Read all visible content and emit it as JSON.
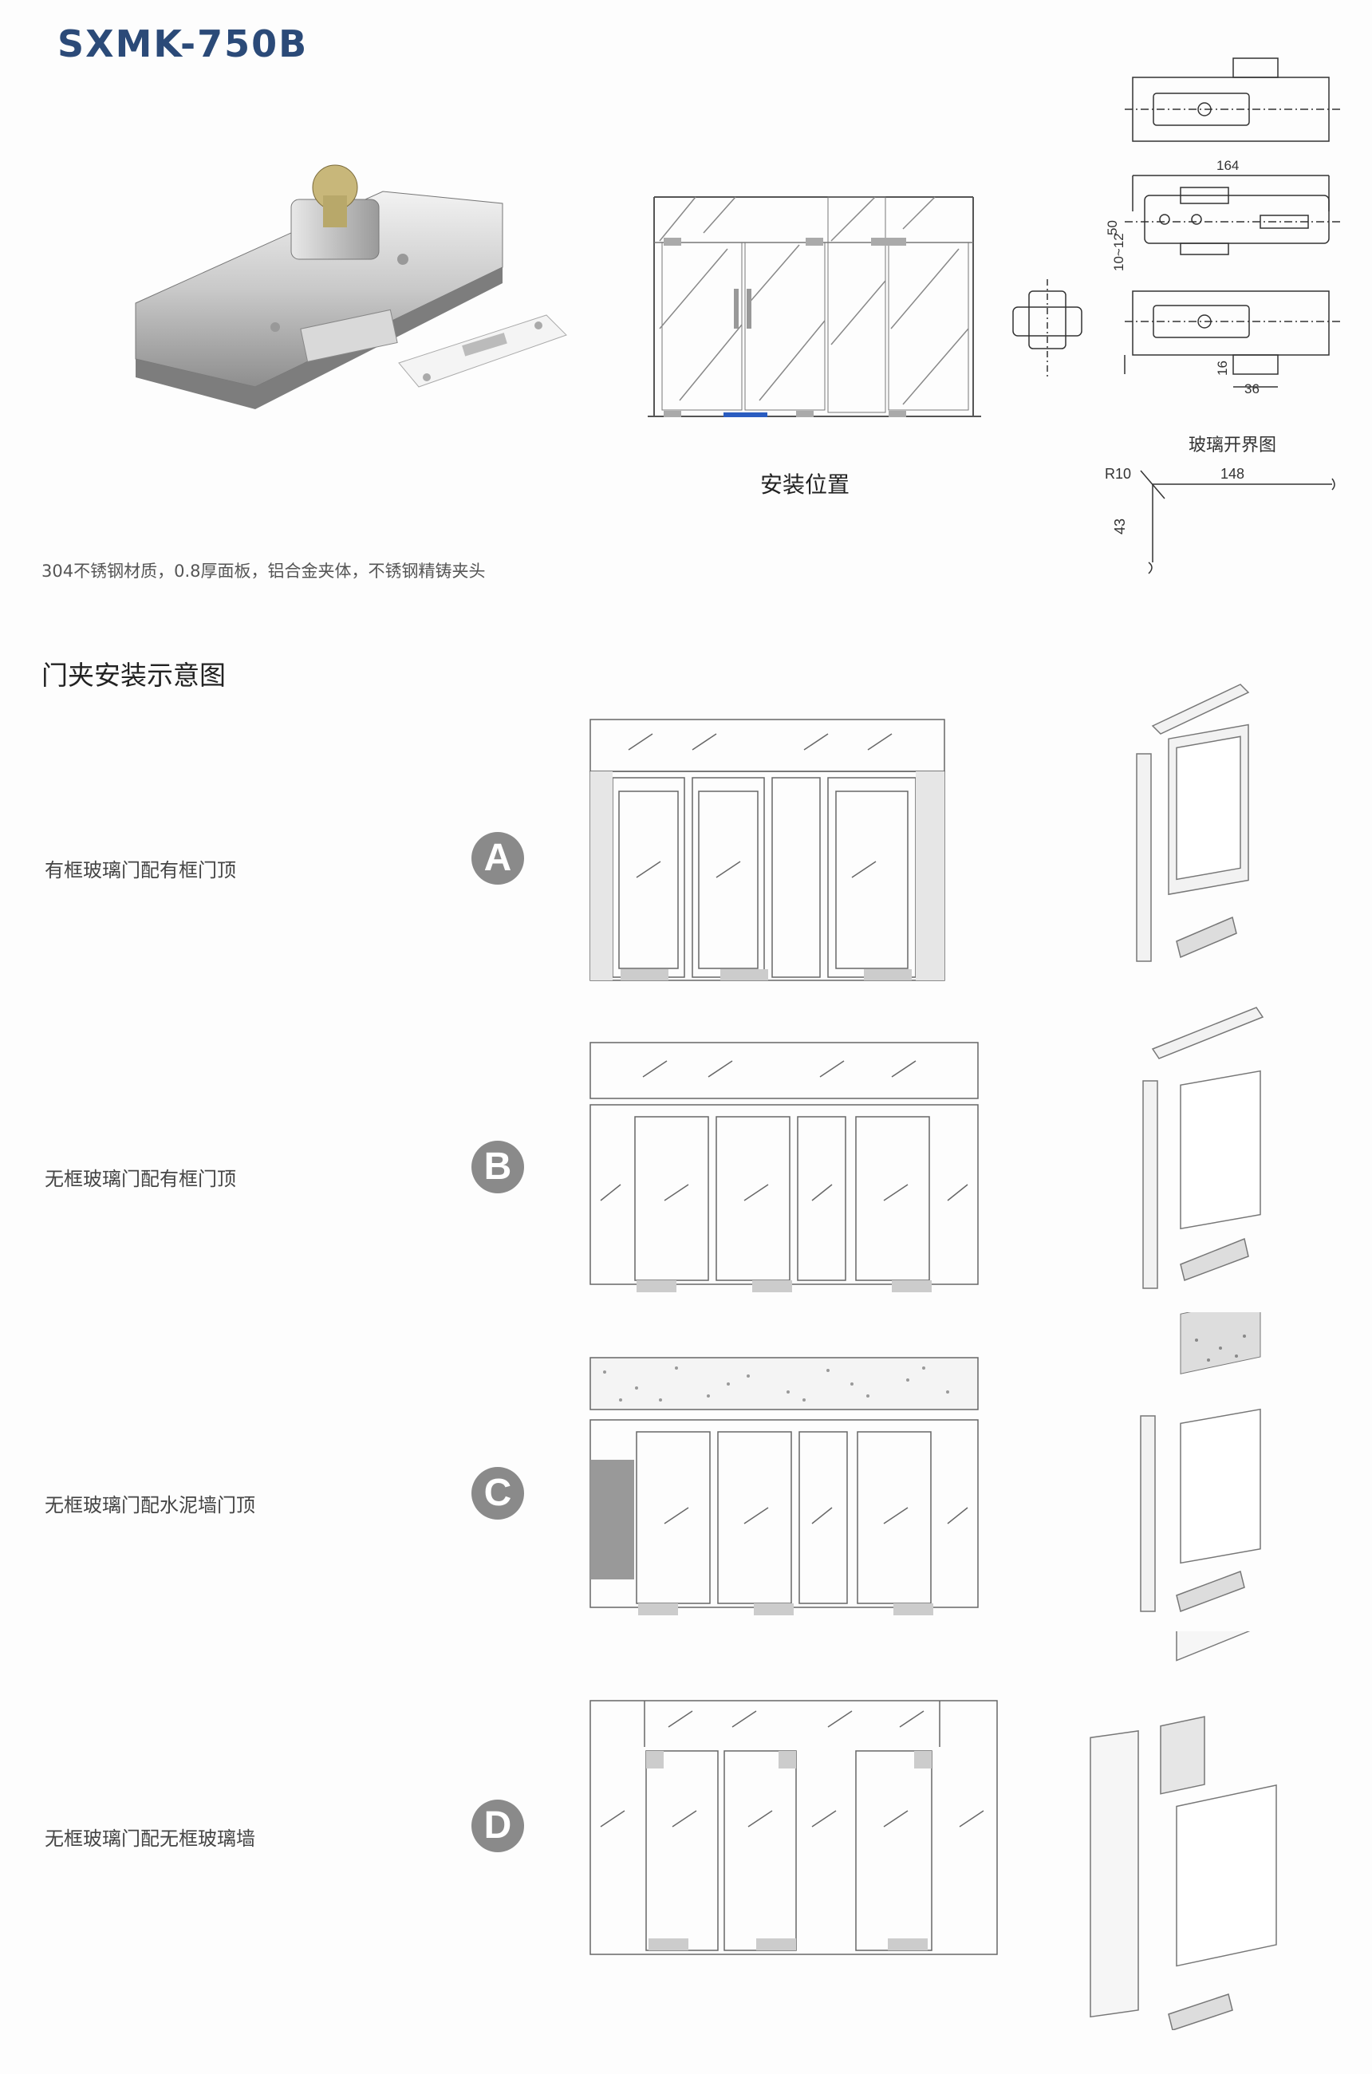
{
  "product": {
    "model": "SXMK-750B",
    "install_caption": "安装位置",
    "material_desc": "304不锈钢材质，0.8厚面板，铝合金夹体，不锈钢精铸夹头"
  },
  "dimensions": {
    "width_label": "164",
    "height_label_50": "50",
    "height_label_10_12": "10~12",
    "bottom_label_16": "16",
    "bottom_label_36": "36"
  },
  "glass_cut": {
    "title": "玻璃开界图",
    "radius_label": "R10",
    "length_label": "148",
    "height_label": "43"
  },
  "section": {
    "title": "门夹安装示意图"
  },
  "rows": [
    {
      "badge": "A",
      "label": "有框玻璃门配有框门顶"
    },
    {
      "badge": "B",
      "label": "无框玻璃门配有框门顶"
    },
    {
      "badge": "C",
      "label": "无框玻璃门配水泥墙门顶"
    },
    {
      "badge": "D",
      "label": "无框玻璃门配无框玻璃墙"
    }
  ],
  "colors": {
    "title": "#2b4a78",
    "badge": "#8a8a8a",
    "strike_plate_accent": "#2a5cc0"
  }
}
